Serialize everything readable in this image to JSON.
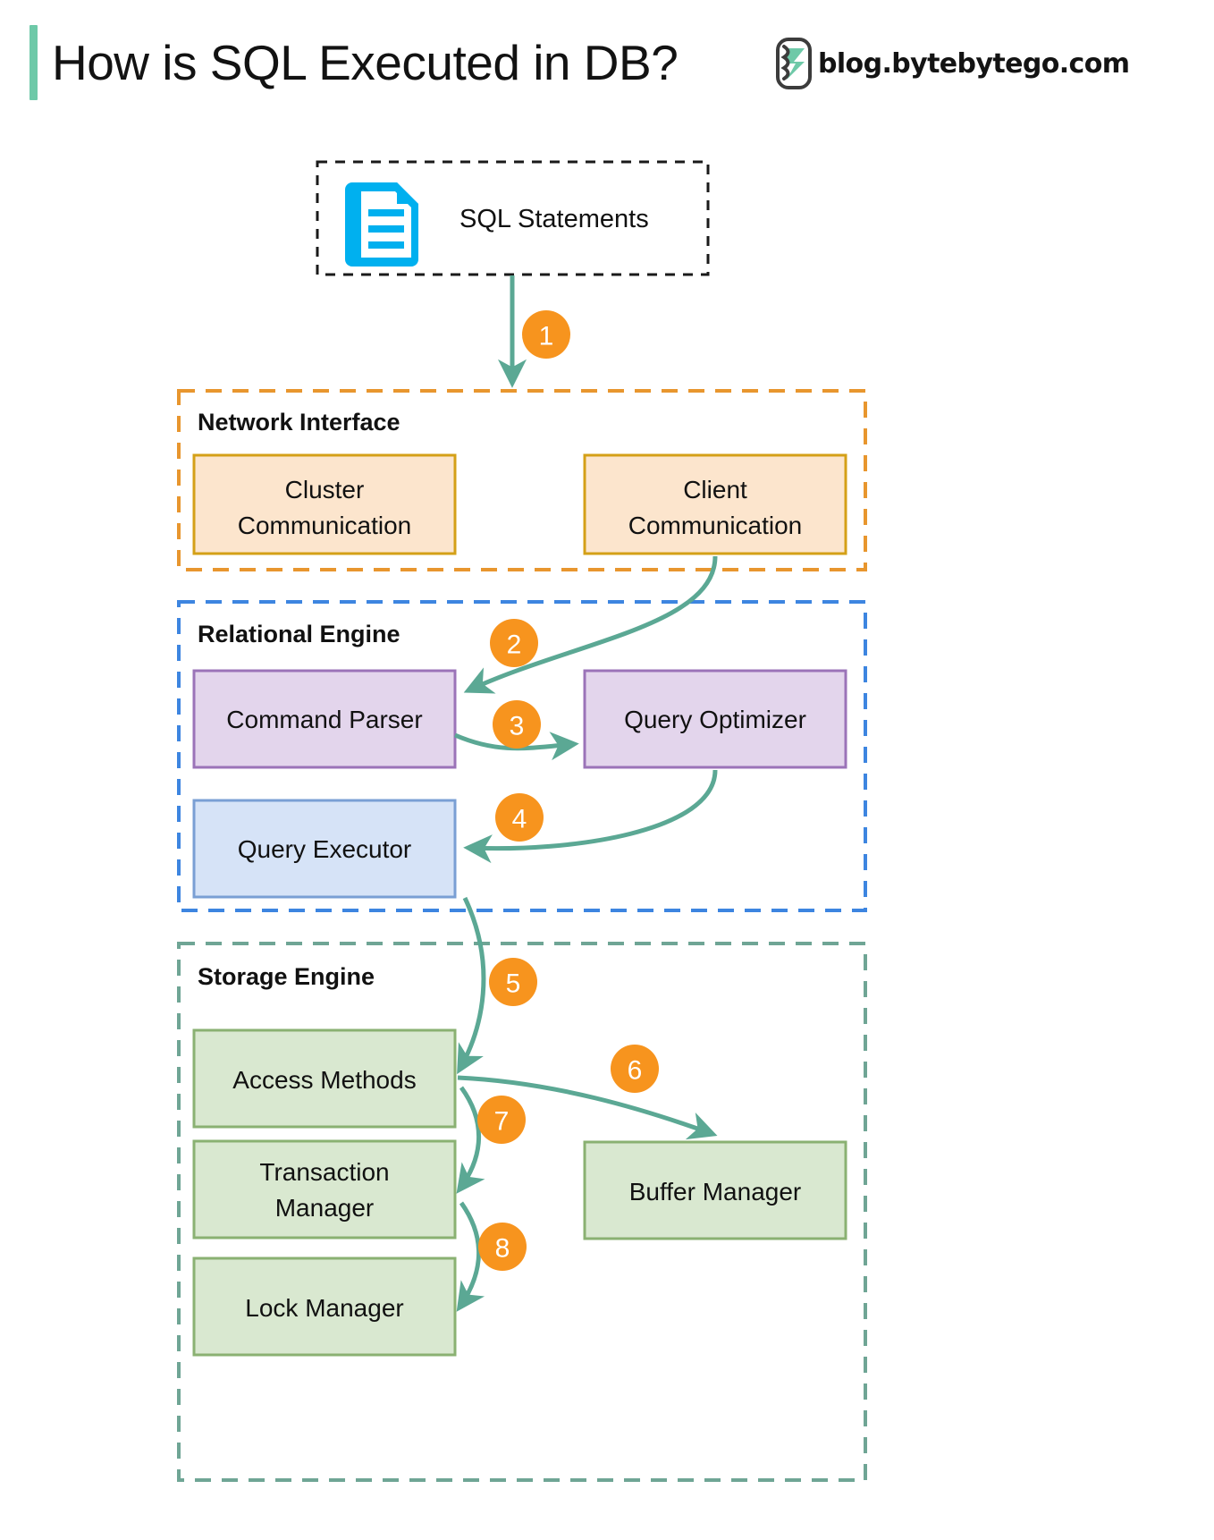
{
  "header": {
    "title": "How is SQL Executed in DB?",
    "brand_text": "blog.bytebytego.com",
    "accent_bar_color": "#6ec9a8",
    "logo_icon": "bytebytego-logo-icon"
  },
  "colors": {
    "arrow": "#5ba894",
    "badge": "#f7941e",
    "badge_text": "#ffffff",
    "network_border": "#e8962e",
    "network_box_fill": "#fce5cd",
    "network_box_border": "#d4a017",
    "relational_border": "#3d85e0",
    "relational_box_fill": "#e3d5ec",
    "relational_box_border": "#9b73b8",
    "executor_fill": "#d6e3f7",
    "executor_border": "#7a9fd4",
    "storage_border": "#6fa595",
    "storage_box_fill": "#d9e8d0",
    "storage_box_border": "#8ab172",
    "source_border": "#1a1a1a",
    "doc_icon": "#00b0ef"
  },
  "source": {
    "label": "SQL Statements",
    "icon": "document-icon"
  },
  "groups": [
    {
      "id": "network-interface",
      "label": "Network Interface",
      "nodes": [
        {
          "id": "cluster-communication",
          "label": "Cluster\nCommunication",
          "line1": "Cluster",
          "line2": "Communication"
        },
        {
          "id": "client-communication",
          "label": "Client\nCommunication",
          "line1": "Client",
          "line2": "Communication"
        }
      ]
    },
    {
      "id": "relational-engine",
      "label": "Relational Engine",
      "nodes": [
        {
          "id": "command-parser",
          "label": "Command Parser",
          "line1": "Command Parser",
          "line2": ""
        },
        {
          "id": "query-optimizer",
          "label": "Query Optimizer",
          "line1": "Query Optimizer",
          "line2": ""
        },
        {
          "id": "query-executor",
          "label": "Query Executor",
          "line1": "Query Executor",
          "line2": ""
        }
      ]
    },
    {
      "id": "storage-engine",
      "label": "Storage Engine",
      "nodes": [
        {
          "id": "access-methods",
          "label": "Access Methods",
          "line1": "Access Methods",
          "line2": ""
        },
        {
          "id": "transaction-manager",
          "label": "Transaction\nManager",
          "line1": "Transaction",
          "line2": "Manager"
        },
        {
          "id": "lock-manager",
          "label": "Lock Manager",
          "line1": "Lock Manager",
          "line2": ""
        },
        {
          "id": "buffer-manager",
          "label": "Buffer Manager",
          "line1": "Buffer Manager",
          "line2": ""
        }
      ]
    }
  ],
  "steps": [
    {
      "n": "1",
      "from": "sql-statements",
      "to": "network-interface"
    },
    {
      "n": "2",
      "from": "client-communication",
      "to": "command-parser"
    },
    {
      "n": "3",
      "from": "command-parser",
      "to": "query-optimizer"
    },
    {
      "n": "4",
      "from": "query-optimizer",
      "to": "query-executor"
    },
    {
      "n": "5",
      "from": "query-executor",
      "to": "access-methods"
    },
    {
      "n": "6",
      "from": "access-methods",
      "to": "buffer-manager"
    },
    {
      "n": "7",
      "from": "access-methods",
      "to": "transaction-manager"
    },
    {
      "n": "8",
      "from": "transaction-manager",
      "to": "lock-manager"
    }
  ]
}
